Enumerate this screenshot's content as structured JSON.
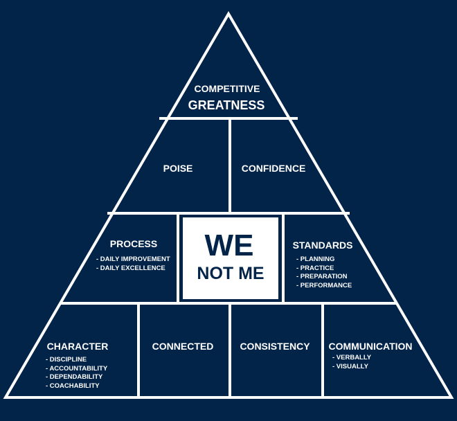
{
  "colors": {
    "background": "#032449",
    "lines": "#ffffff",
    "center_box": "#ffffff",
    "center_text": "#032449"
  },
  "pyramid": {
    "top": {
      "line1": "COMPETITIVE",
      "line2": "GREATNESS"
    },
    "row2": {
      "left": "POISE",
      "right": "CONFIDENCE"
    },
    "row3": {
      "left": {
        "title": "PROCESS",
        "items": [
          "- DAILY IMPROVEMENT",
          "- DAILY EXCELLENCE"
        ]
      },
      "center": {
        "line1": "WE",
        "line2": "NOT ME"
      },
      "right": {
        "title": "STANDARDS",
        "items": [
          "- PLANNING",
          "- PRACTICE",
          "- PREPARATION",
          "- PERFORMANCE"
        ]
      }
    },
    "row4": {
      "character": {
        "title": "CHARACTER",
        "items": [
          "- DISCIPLINE",
          "- ACCOUNTABILITY",
          "- DEPENDABILITY",
          "- COACHABILITY"
        ]
      },
      "connected": "CONNECTED",
      "consistency": "CONSISTENCY",
      "communication": {
        "title": "COMMUNICATION",
        "items": [
          "- VERBALLY",
          "- VISUALLY"
        ]
      }
    }
  }
}
